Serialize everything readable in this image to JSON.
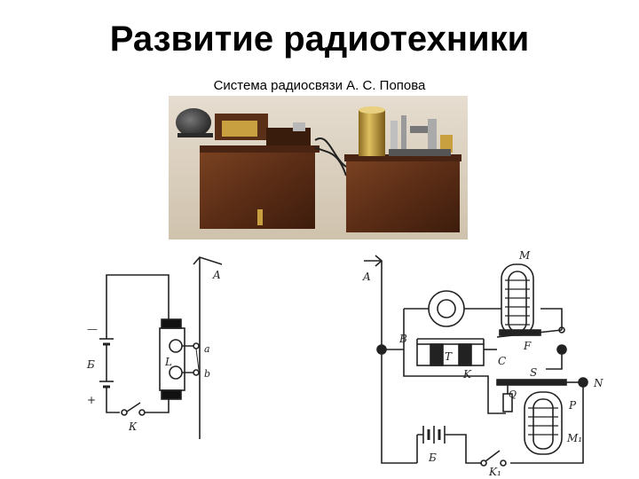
{
  "slide": {
    "title": "Развитие радиотехники",
    "subtitle": "Система радиосвязи А. С. Попова"
  },
  "left_diagram": {
    "labels": {
      "antenna": "A",
      "battery": "Б",
      "plus": "+",
      "minus": "—",
      "key": "К",
      "coil": "L",
      "terminal_a": "a",
      "terminal_b": "b"
    }
  },
  "right_diagram": {
    "labels": {
      "antenna": "A",
      "magnet_top": "M",
      "node_b": "B",
      "coherer": "T",
      "contact_c": "C",
      "contact_f": "F",
      "key_k": "K",
      "spring_s": "S",
      "node_n": "N",
      "contact_q": "Q",
      "part_p": "P",
      "magnet_bottom": "M₁",
      "battery": "Б",
      "switch": "K₁"
    }
  },
  "colors": {
    "wood_dark": "#4a2412",
    "wood_mid": "#6b3a1e",
    "brass": "#c9a040",
    "line": "#222222"
  }
}
